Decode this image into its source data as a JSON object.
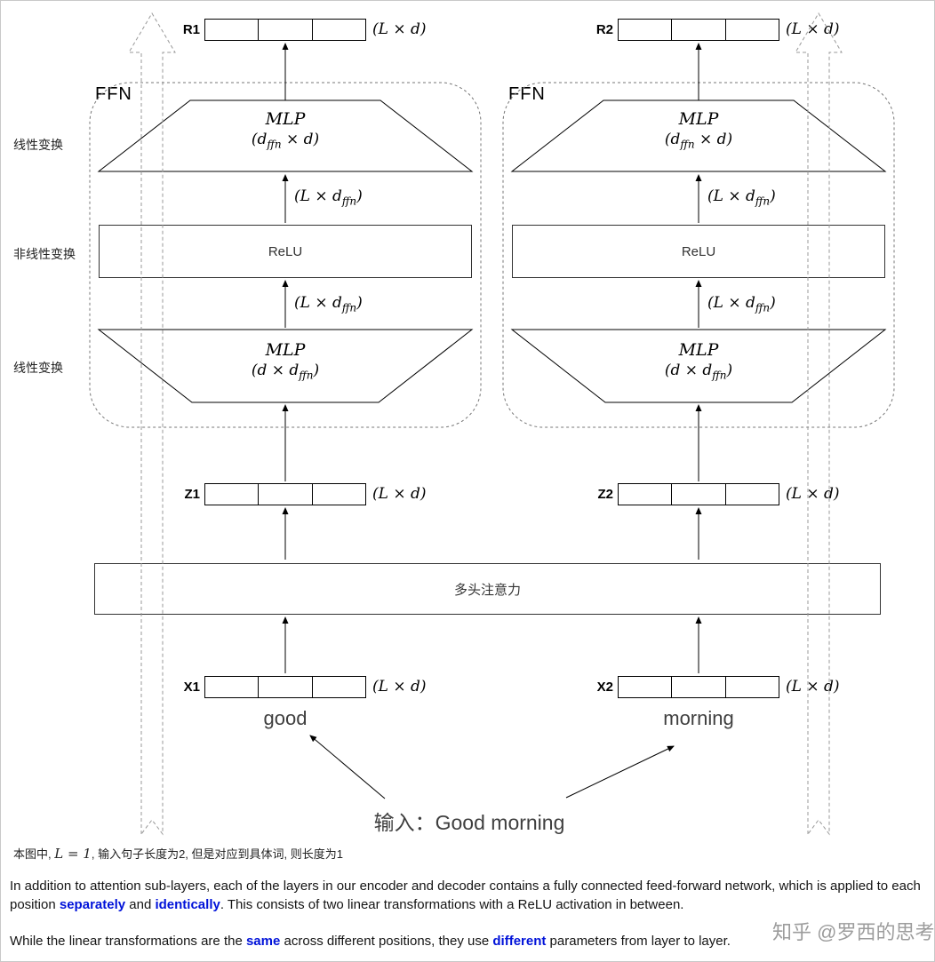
{
  "colors": {
    "highlight_blue": "#0012d9",
    "watermark_gray": "#9c9c9c",
    "line_black": "#000000",
    "dashed_gray": "#999999"
  },
  "columns": [
    {
      "r": "R1",
      "z": "Z1",
      "x": "X1",
      "word": "good",
      "ffn": "FFN"
    },
    {
      "r": "R2",
      "z": "Z2",
      "x": "X2",
      "word": "morning",
      "ffn": "FFN"
    }
  ],
  "labels": {
    "mlp": "MLP",
    "relu": "ReLU",
    "attention": "多头注意力",
    "linear": "线性变换",
    "nonlinear": "非线性变换",
    "input_prompt": "输入：Good morning"
  },
  "math": {
    "l_d": {
      "pre": "(L × d)",
      "sub": "",
      "post": ""
    },
    "l_dffn": {
      "pre": "(L × d",
      "sub": "ffn",
      "post": ")"
    },
    "dffn_d": {
      "pre": "(d",
      "sub": "ffn",
      "post": " × d)"
    },
    "d_dffn": {
      "pre": "(d × d",
      "sub": "ffn",
      "post": ")"
    }
  },
  "footnote": {
    "pre": "本图中, ",
    "math": "L = 1",
    "post": ", 输入句子长度为2, 但是对应到具体词, 则长度为1"
  },
  "paragraph1": {
    "s0": "In addition to attention sub-layers, each of the layers in our encoder and decoder contains a fully connected feed-forward network, which is applied to each position ",
    "s1": "separately",
    "s2": " and ",
    "s3": "identically",
    "s4": ". This consists of two linear transformations with a ReLU activation in between."
  },
  "paragraph2": {
    "s0": "While the linear transformations are the ",
    "s1": "same",
    "s2": " across different positions, they use ",
    "s3": "different",
    "s4": " parameters from layer to layer."
  },
  "watermark": "知乎 @罗西的思考"
}
